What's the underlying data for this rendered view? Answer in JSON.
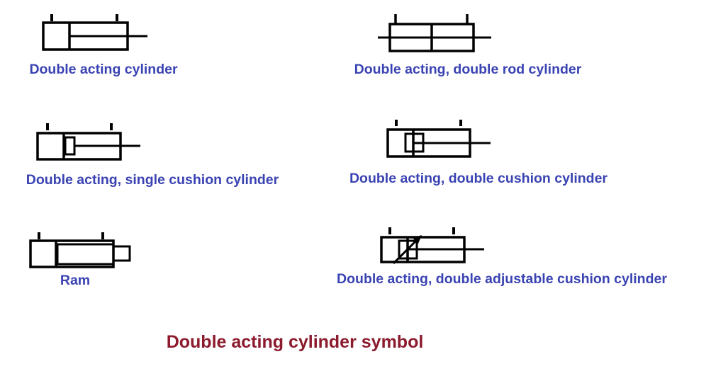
{
  "title": "Double acting cylinder symbol",
  "colors": {
    "background": "#ffffff",
    "symbol": "#000000",
    "label": "#3a43b2",
    "title": "#8b1b2d"
  },
  "figures": [
    {
      "name": "double-acting-cylinder",
      "label": "Double acting cylinder"
    },
    {
      "name": "double-acting-double-rod-cylinder",
      "label": "Double acting, double rod cylinder"
    },
    {
      "name": "double-acting-single-cushion-cylinder",
      "label": "Double acting, single cushion cylinder"
    },
    {
      "name": "double-acting-double-cushion-cylinder",
      "label": "Double acting, double cushion cylinder"
    },
    {
      "name": "ram",
      "label": "Ram"
    },
    {
      "name": "double-acting-double-adjustable-cushion-cylinder",
      "label": "Double acting, double adjustable cushion cylinder"
    }
  ]
}
